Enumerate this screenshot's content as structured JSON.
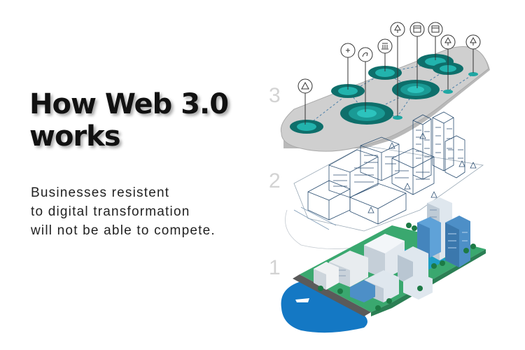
{
  "headline": {
    "line1": "How Web 3.0",
    "line2": "works"
  },
  "subtitle": {
    "line1": "Businesses resistent",
    "line2": "to digital transformation",
    "line3": "will not be able to compete."
  },
  "layers": {
    "top": "3",
    "middle": "2",
    "bottom": "1"
  },
  "colors": {
    "teal": "#1fa7a3",
    "teal_dark": "#0e6f6b",
    "water": "#1478c4",
    "platform_gray": "#c9c9c9",
    "building_light": "#dfe7ee",
    "building_blue": "#4d8fc7"
  },
  "icons": [
    "warning-icon",
    "medical-cross-icon",
    "horse-icon",
    "bank-icon",
    "tree-icon",
    "calendar-icon",
    "calendar-icon",
    "tree-icon",
    "tree-icon"
  ]
}
